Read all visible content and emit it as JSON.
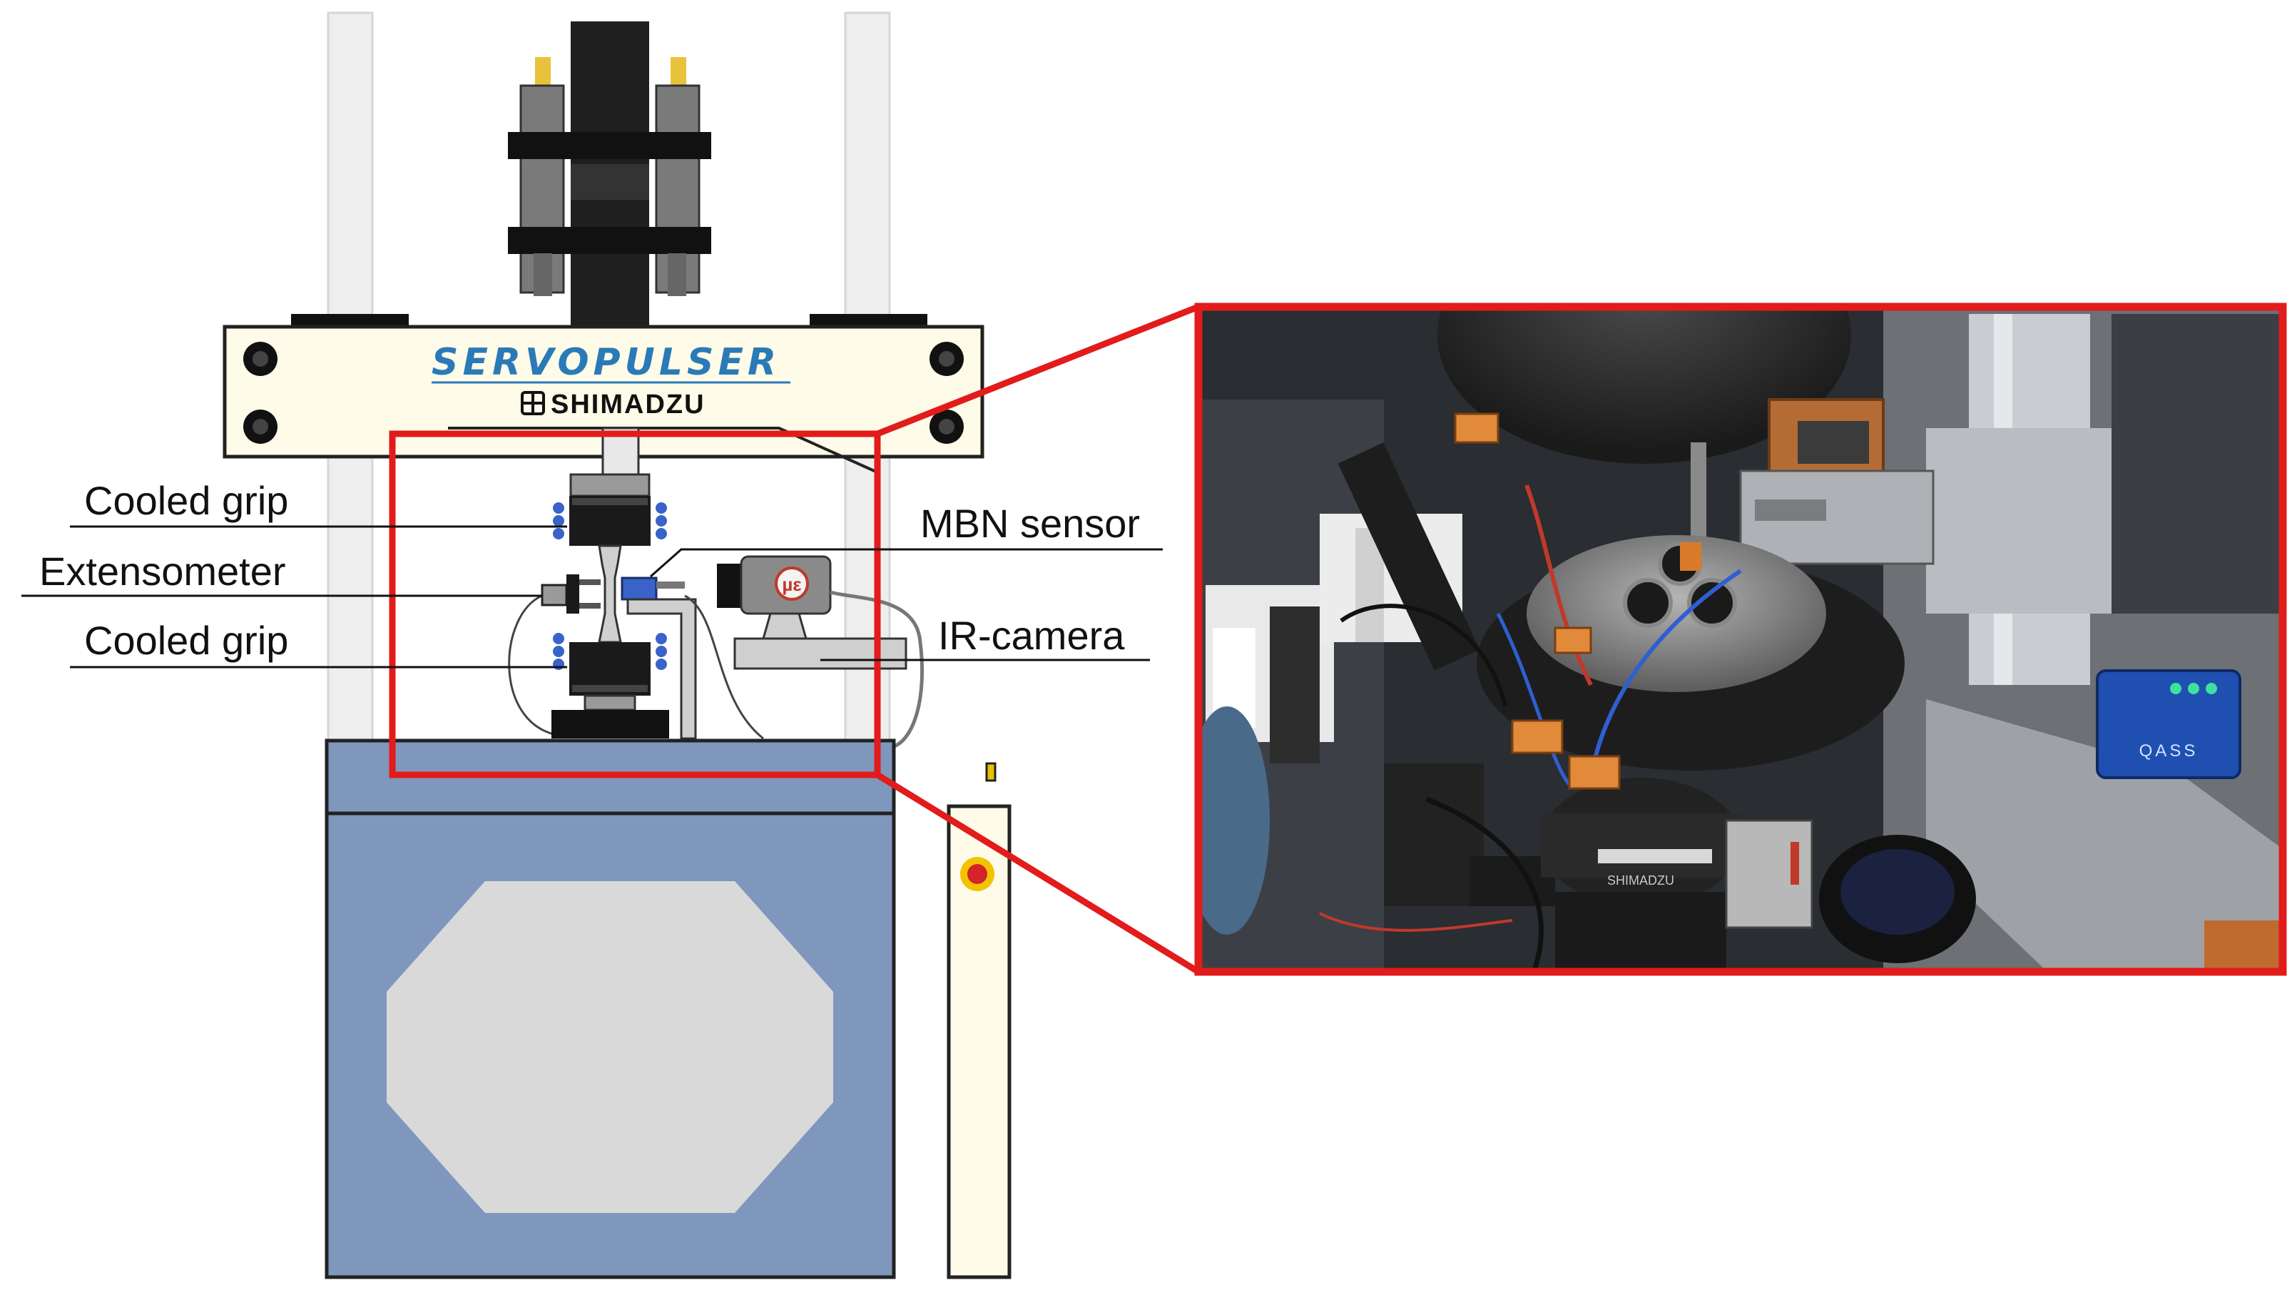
{
  "brand": {
    "servopulser": "SERVOPULSER",
    "shimadzu": "SHIMADZU"
  },
  "labels": {
    "cooled_grip_top": "Cooled grip",
    "extensometer": "Extensometer",
    "cooled_grip_bottom": "Cooled grip",
    "mbn_sensor": "MBN sensor",
    "ir_camera": "IR-camera"
  },
  "photo": {
    "camera_logo": "µε",
    "qass_label": "QASS",
    "shimadzu_mark": "SHIMADZU"
  },
  "colors": {
    "highlight_red": "#e21b1b",
    "frame_panel": "#fefbe8",
    "base_blue": "#7f97bc",
    "base_window": "#d9d9d9",
    "grip_black": "#1a1a1a",
    "coolant_blue": "#3a63c9",
    "camera_red": "#c0392b",
    "column_white": "#eeeeee"
  }
}
